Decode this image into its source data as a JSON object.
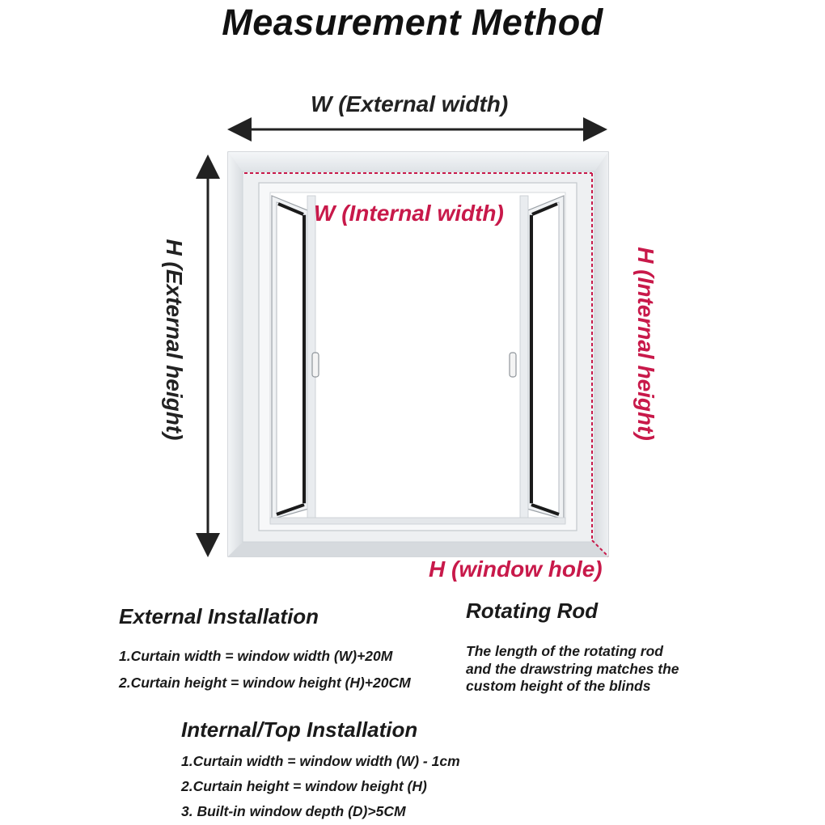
{
  "title": "Measurement Method",
  "diagram": {
    "external_width_label": "W (External width)",
    "internal_width_label": "W (Internal width)",
    "external_height_label": "H (External height)",
    "internal_height_label": "H (Internal height)",
    "window_hole_label": "H (window hole)",
    "accent_color": "#c8194a",
    "frame_color": "#e8ebee"
  },
  "external_installation": {
    "heading": "External Installation",
    "lines": [
      "1.Curtain width = window width (W)+20M",
      "2.Curtain height = window height (H)+20CM"
    ]
  },
  "rotating_rod": {
    "heading": "Rotating Rod",
    "lines": [
      "The length of the rotating rod",
      "and the drawstring matches the",
      "custom height of the blinds"
    ]
  },
  "internal_installation": {
    "heading": "Internal/Top Installation",
    "lines": [
      "1.Curtain width = window width (W) - 1cm",
      "2.Curtain height = window height (H)",
      "3. Built-in window depth (D)>5CM"
    ]
  }
}
